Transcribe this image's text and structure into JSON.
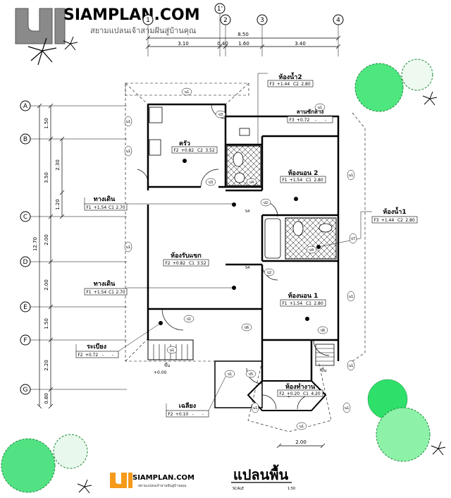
{
  "brand": {
    "logo_text": "SIAMPLAN.COM",
    "tagline": "สยามแปลนเจ้าสามฝันสู่บ้านคุณ",
    "footer_logo_text": "SIAMPLAN.COM",
    "footer_tagline": "สยามแปลนเจ้าสามฝันสู่บ้านคุณ"
  },
  "drawing": {
    "title": "แปลนพื้น",
    "scale_label": "SCALE",
    "scale_value": "1:50",
    "level_zero": "+0.00"
  },
  "grid": {
    "columns": [
      "1",
      "1'",
      "2",
      "3",
      "4"
    ],
    "rows": [
      "A",
      "B",
      "C",
      "D",
      "E",
      "F",
      "G"
    ]
  },
  "dimensions": {
    "top_total": "8.50",
    "top_segments": [
      "3.10",
      "0.40",
      "1.60",
      "3.40"
    ],
    "left_total": "12.70",
    "left_outer": [
      "1.50",
      "3.50",
      "2.00",
      "2.00",
      "1.50",
      "2.20",
      "0.80"
    ],
    "left_inner": [
      "2.30",
      "1.20"
    ],
    "bottom_bay": "2.00"
  },
  "rooms": [
    {
      "name": "ห้องน้ำ2",
      "f": "F3",
      "lvl": "+1.44",
      "c": "C2",
      "h": "2.80"
    },
    {
      "name": "ลานซักล้าง",
      "f": "F3",
      "lvl": "+0.72",
      "c": "-",
      "h": "-"
    },
    {
      "name": "ครัว",
      "f": "F2",
      "lvl": "+0.82",
      "c": "C2",
      "h": "3.52"
    },
    {
      "name": "ห้องนอน 2",
      "f": "F1",
      "lvl": "+1.54",
      "c": "C1",
      "h": "2.80"
    },
    {
      "name": "ทางเดิน",
      "f": "F1",
      "lvl": "+1.54",
      "c": "C1",
      "h": "2.70"
    },
    {
      "name": "ห้องน้ำ1",
      "f": "F3",
      "lvl": "+1.44",
      "c": "C2",
      "h": "2.80"
    },
    {
      "name": "ห้องรับแขก",
      "f": "F2",
      "lvl": "+0.82",
      "c": "C1",
      "h": "3.52"
    },
    {
      "name": "ทางเดิน",
      "f": "F1",
      "lvl": "+1.54",
      "c": "C1",
      "h": "2.70"
    },
    {
      "name": "ห้องนอน 1",
      "f": "F1",
      "lvl": "+1.54",
      "c": "C1",
      "h": "2.80"
    },
    {
      "name": "ระเบียง",
      "f": "F2",
      "lvl": "+0.72",
      "c": "-",
      "h": "-"
    },
    {
      "name": "ห้องทำงาน",
      "f": "F2",
      "lvl": "+0.20",
      "c": "C1",
      "h": "4.20"
    },
    {
      "name": "เฉลียง",
      "f": "F2",
      "lvl": "+0.10",
      "c": "-",
      "h": "-"
    }
  ],
  "tags": {
    "windows": [
      " น1",
      "น1",
      "น1",
      "น1",
      "น1",
      "น1",
      "น1",
      "น1",
      "น1",
      "น1",
      "น1",
      "น1",
      "น1",
      "น1"
    ],
    "door_1": "ป1",
    "door_2": "ป2",
    "door_3": "ป3",
    "door_4": "ป4",
    "door_5": "ป5",
    "door_6": "ป6",
    "door_7": "ป7",
    "stair_up": "ขึ้น",
    "s4": "S4"
  },
  "colors": {
    "tree_green": "#2ee06a",
    "tree_dark": "#1a8a3a",
    "logo_grey": "#7a7a7a",
    "logo_orange": "#f59a1a"
  }
}
